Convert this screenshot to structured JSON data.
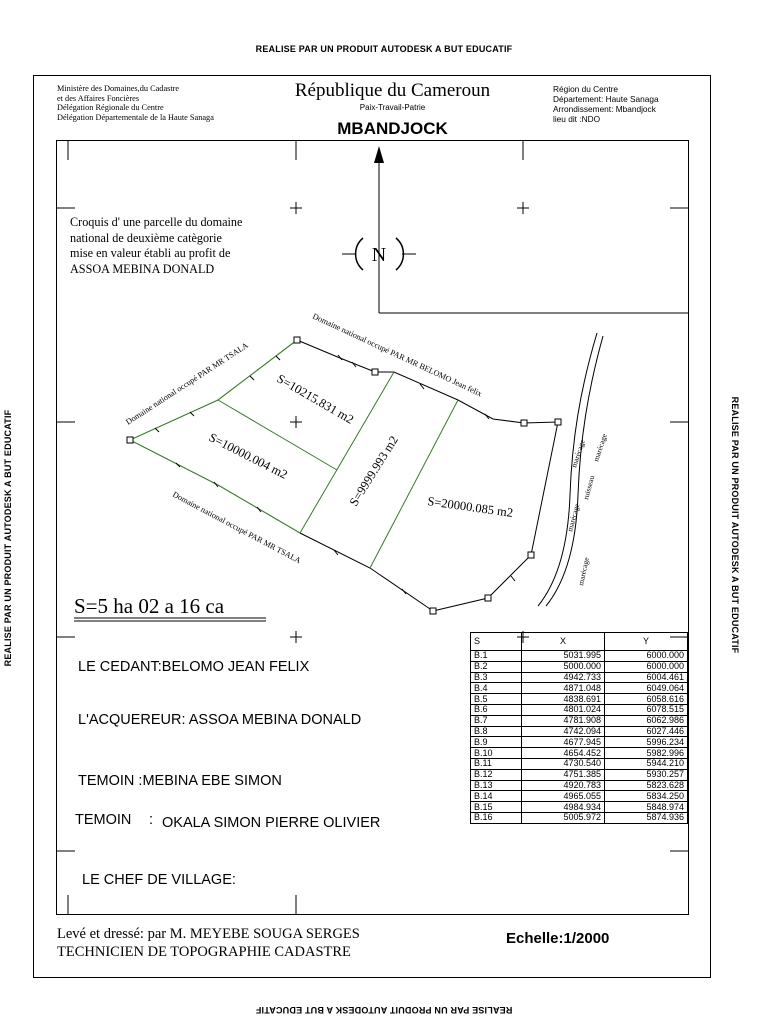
{
  "watermark": "REALISE PAR UN PRODUIT AUTODESK A BUT EDUCATIF",
  "header": {
    "ministry": [
      "Ministère des Domaines,du Cadastre",
      "et des Affaires Foncières",
      "Délégation Régionale du Centre",
      "Délégation Départementale de la Haute Sanaga"
    ],
    "republic": "République du Cameroun",
    "motto": "Paix-Travail-Patrie",
    "town": "MBANDJOCK",
    "region_lines": [
      "Région du Centre",
      "Département: Haute Sanaga",
      "Arrondissement: Mbandjock",
      "lieu dit :NDO"
    ]
  },
  "north_label": "N",
  "croquis_lines": [
    "Croquis d' une parcelle du domaine",
    "national de  deuxième catègorie",
    "mise en valeur établi   au profit de",
    "ASSOA MEBINA DONALD"
  ],
  "neighbors": {
    "nw": "Domaine national occupé PAR MR  TSALA",
    "ne": "Domaine national occupé PAR MR  BELOMO Jean felix",
    "sw": "Domaine national occupé PAR MR  TSALA"
  },
  "areas": {
    "a1": "S=10215.831 m2",
    "a2": "S=10000.004 m2",
    "a3": "S=9999.993 m2",
    "a4": "S=20000.085 m2"
  },
  "marecage": [
    "marécage",
    "marécage",
    "ruisseau",
    "marécage",
    "marécage"
  ],
  "total_area": "S=5 ha 02 a  16 ca",
  "parties": {
    "cedant": "LE CEDANT:BELOMO  JEAN  FELIX",
    "acquereur": "L'ACQUEREUR: ASSOA MEBINA  DONALD",
    "temoin1": "TEMOIN   :MEBINA EBE SIMON",
    "temoin2_label": "TEMOIN",
    "temoin2_sep": ":",
    "temoin2_name": "OKALA  SIMON PIERRE OLIVIER",
    "chef": "LE  CHEF DE VILLAGE:"
  },
  "table": {
    "headers": [
      "S",
      "X",
      "Y"
    ],
    "rows": [
      [
        "B.1",
        "5031.995",
        "6000.000"
      ],
      [
        "B.2",
        "5000.000",
        "6000.000"
      ],
      [
        "B.3",
        "4942.733",
        "6004.461"
      ],
      [
        "B.4",
        "4871.048",
        "6049.064"
      ],
      [
        "B.5",
        "4838.691",
        "6058.616"
      ],
      [
        "B.6",
        "4801.024",
        "6078.515"
      ],
      [
        "B.7",
        "4781.908",
        "6062.986"
      ],
      [
        "B.8",
        "4742.094",
        "6027.446"
      ],
      [
        "B.9",
        "4677.945",
        "5996.234"
      ],
      [
        "B.10",
        "4654.452",
        "5982.996"
      ],
      [
        "B.11",
        "4730.540",
        "5944.210"
      ],
      [
        "B.12",
        "4751.385",
        "5930.257"
      ],
      [
        "B.13",
        "4920.783",
        "5823.628"
      ],
      [
        "B.14",
        "4965.055",
        "5834.250"
      ],
      [
        "B.15",
        "4984.934",
        "5848.974"
      ],
      [
        "B.16",
        "5005.972",
        "5874.936"
      ]
    ]
  },
  "footer": {
    "line1": "Levé et dressé: par M. MEYEBE SOUGA SERGES",
    "line2": "TECHNICIEN DE TOPOGRAPHIE CADASTRE",
    "scale": "Echelle:1/2000"
  }
}
